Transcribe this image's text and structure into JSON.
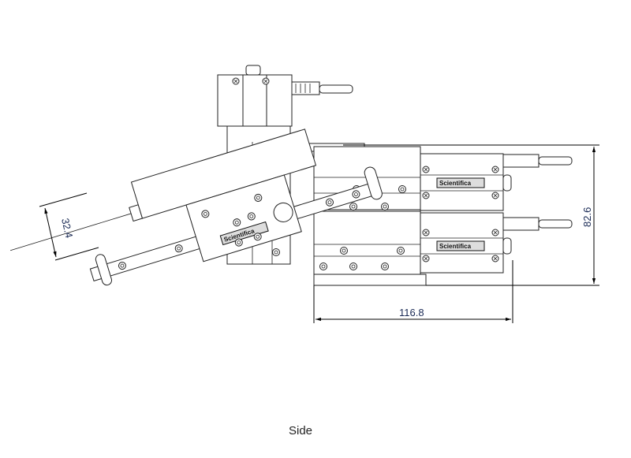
{
  "drawing": {
    "view_label": "Side",
    "brand_label": "Scientifica",
    "dimensions": {
      "height": "82.6",
      "width": "116.8",
      "offset": "32.4"
    },
    "colors": {
      "line": "#222222",
      "dimension_text": "#1a2a55"
    }
  }
}
